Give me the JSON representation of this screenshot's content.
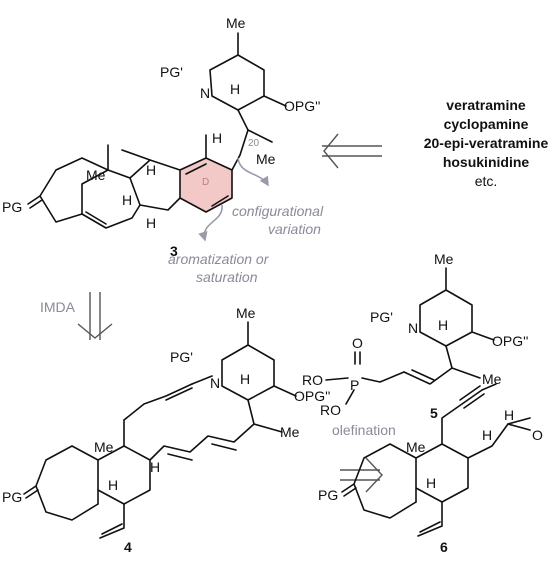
{
  "compound3": {
    "number": "3",
    "me_top": "Me",
    "pg_prime": "PG'",
    "n": "N",
    "h_pip": "H",
    "opg": "OPG''",
    "h_ring": "H",
    "c20": "20",
    "me_side": "Me",
    "me_angular": "Me",
    "h1": "H",
    "h2": "H",
    "h3": "H",
    "ring_d": "D",
    "pg_eq": "PG"
  },
  "notes": {
    "configurational": "configurational",
    "variation": "variation",
    "aromatization": "aromatization or",
    "saturation": "saturation"
  },
  "targets": {
    "items": [
      "veratramine",
      "cyclopamine",
      "20-epi-veratramine",
      "hosukinidine"
    ],
    "etc": "etc."
  },
  "imda": "IMDA",
  "compound5": {
    "number": "5",
    "me_top": "Me",
    "pg_prime": "PG'",
    "n": "N",
    "h": "H",
    "opg": "OPG''",
    "o": "O",
    "p": "P",
    "ro1": "RO",
    "ro2": "RO",
    "me_side": "Me"
  },
  "compound4": {
    "number": "4",
    "me_top": "Me",
    "pg_prime": "PG'",
    "n": "N",
    "h_pip": "H",
    "opg": "OPG''",
    "me_side": "Me",
    "me_angular": "Me",
    "h1": "H",
    "h2": "H",
    "pg_eq": "PG"
  },
  "olefination": "olefination",
  "compound6": {
    "number": "6",
    "me": "Me",
    "h1": "H",
    "h2": "H",
    "h_ald": "H",
    "o": "O",
    "pg_eq": "PG"
  }
}
